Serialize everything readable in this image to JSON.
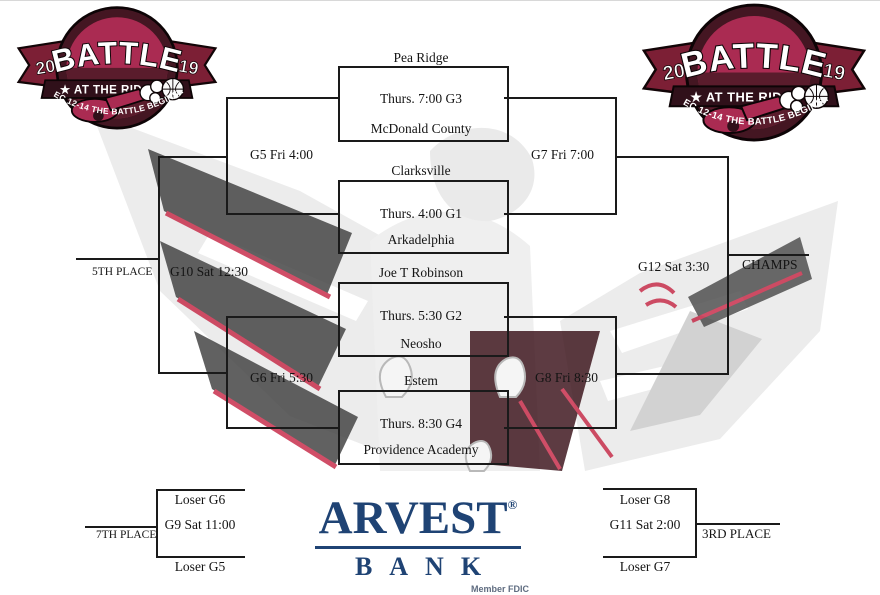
{
  "event_logo": {
    "year_left": "20",
    "year_right": "19",
    "title": "BATTLE",
    "subtitle": "★ AT THE RIDGE ★",
    "tagline": "DEC 12-14 THE BATTLE BEGINS..."
  },
  "bracket": {
    "round1_games": [
      {
        "top_team": "Pea Ridge",
        "info": "Thurs. 7:00 G3",
        "bottom_team": "McDonald County"
      },
      {
        "top_team": "Clarksville",
        "info": "Thurs. 4:00 G1",
        "bottom_team": "Arkadelphia"
      },
      {
        "top_team": "Joe T Robinson",
        "info": "Thurs. 5:30 G2",
        "bottom_team": "Neosho"
      },
      {
        "top_team": "Estem",
        "info": "Thurs. 8:30 G4",
        "bottom_team": "Providence Academy"
      }
    ],
    "labels": {
      "g5": "G5 Fri 4:00",
      "g6": "G6 Fri 5:30",
      "g7": "G7 Fri 7:00",
      "g8": "G8 Fri 8:30",
      "g10": "G10 Sat 12:30",
      "g12": "G12 Sat 3:30",
      "fifth_place": "5TH PLACE",
      "champs": "CHAMPS"
    },
    "consolation_left": {
      "top": "Loser G6",
      "info": "G9 Sat 11:00",
      "bottom": "Loser G5",
      "place": "7TH PLACE"
    },
    "consolation_right": {
      "top": "Loser G8",
      "info": "G11 Sat 2:00",
      "bottom": "Loser G7",
      "place": "3RD PLACE"
    }
  },
  "sponsor": {
    "name": "ARVEST",
    "registered_mark": "®",
    "division": "BANK",
    "member_note": "Member FDIC"
  },
  "colors": {
    "badge_crimson": "#aa2b52",
    "badge_dark_maroon": "#441622",
    "sponsor_navy": "#1f4374",
    "line_black": "#1a1a1a",
    "accent_red": "#c62846"
  }
}
